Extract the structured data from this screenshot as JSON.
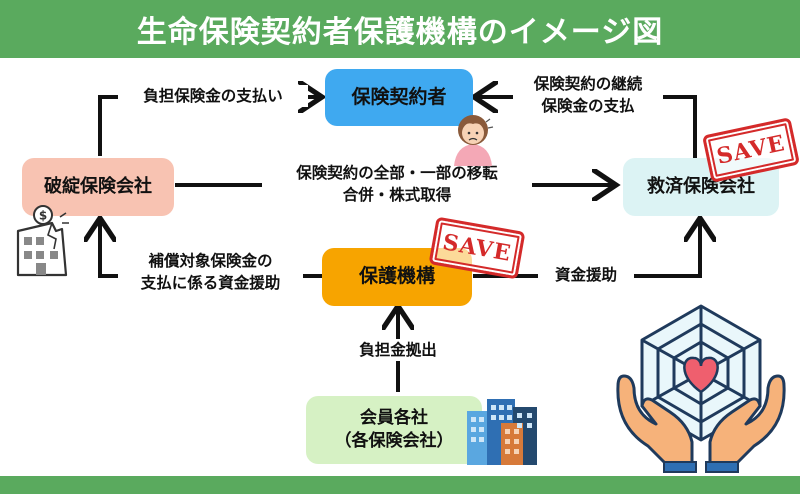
{
  "title": "生命保険契約者保護機構のイメージ図",
  "colors": {
    "header": "#5aaa5e",
    "policyholder": "#3fa9f0",
    "failed": "#f8c3b2",
    "rescue": "#dcf3f4",
    "organization": "#f7a400",
    "members": "#d6f1c4",
    "stamp": "#d42a2a"
  },
  "nodes": {
    "policyholder": "保険契約者",
    "failed_insurer": "破綻保険会社",
    "rescue_insurer": "救済保険会社",
    "organization": "保護機構",
    "members_line1": "会員各社",
    "members_line2": "（各保険会社）"
  },
  "edges": {
    "burden_payment": "負担保険金の支払い",
    "continuation_line1": "保険契約の継続",
    "continuation_line2": "保険金の支払",
    "transfer_line1": "保険契約の全部・一部の移転",
    "transfer_line2": "合併・株式取得",
    "compensation_line1": "補償対象保険金の",
    "compensation_line2": "支払に係る資金援助",
    "funding": "資金援助",
    "contribution": "負担金拠出"
  },
  "stamps": {
    "rescue": "SAVE",
    "organization": "SAVE"
  },
  "icons": [
    "worried-person-icon",
    "failed-company-building-icon",
    "office-buildings-icon",
    "hands-heart-web-icon"
  ]
}
